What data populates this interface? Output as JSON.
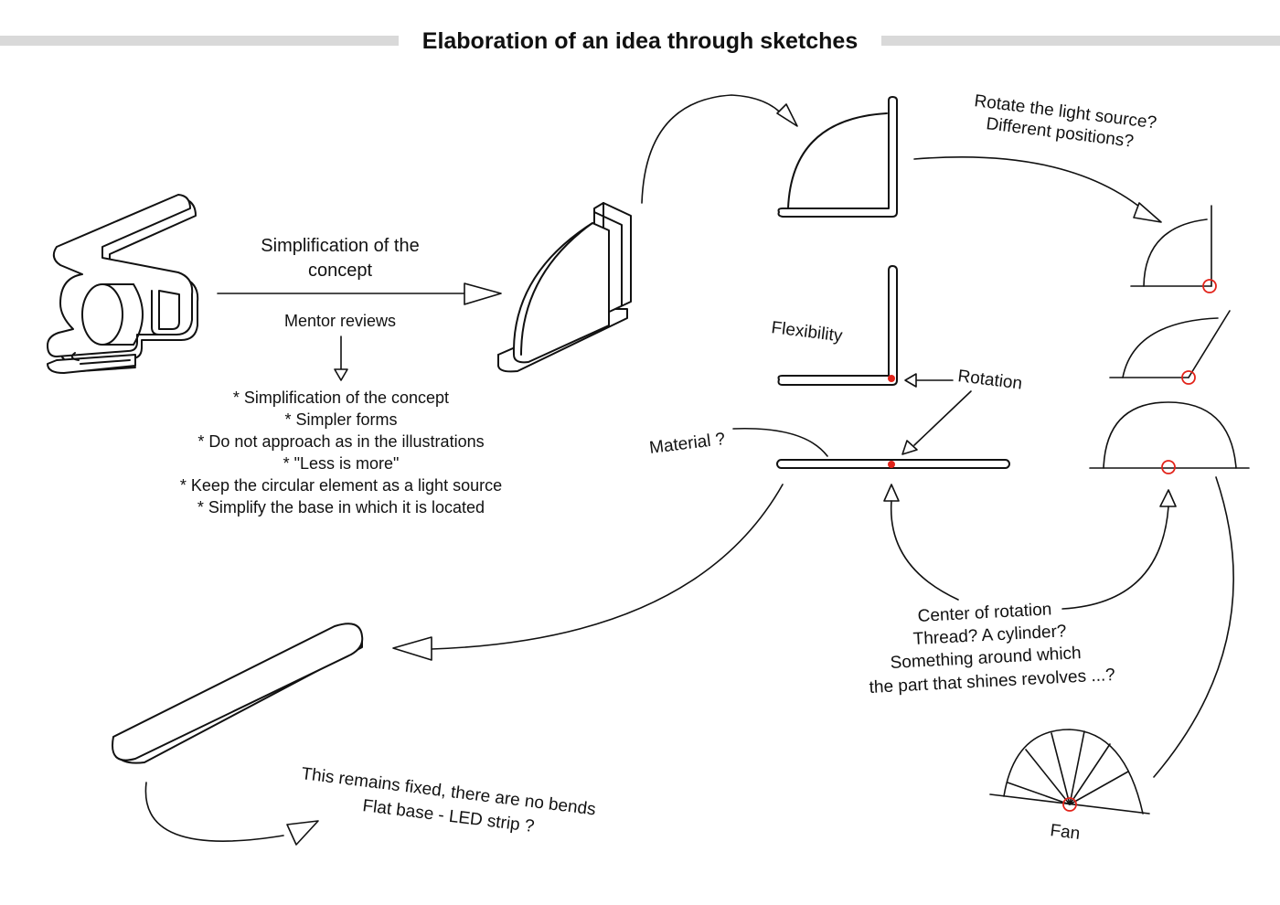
{
  "title": "Elaboration of an idea through sketches",
  "labels": {
    "simplification_line1": "Simplification of the",
    "simplification_line2": "concept",
    "mentor_reviews": "Mentor reviews",
    "review_items": [
      "* Simplification of the concept",
      "* Simpler forms",
      "* Do not approach as in the illustrations",
      "* \"Less is more\"",
      "* Keep the circular element as a light source",
      "* Simplify the base in which it is located"
    ],
    "rotate_line1": "Rotate the light source?",
    "rotate_line2": "Different positions?",
    "flexibility": "Flexibility",
    "rotation": "Rotation",
    "material": "Material ?",
    "center_lines": [
      "Center of rotation",
      "Thread? A cylinder?",
      "Something around which",
      "the part that shines revolves ...?"
    ],
    "fixed_line1": "This remains fixed, there are no bends",
    "fixed_line2": "Flat base - LED strip ?",
    "fan": "Fan"
  },
  "colors": {
    "line": "#111111",
    "title_bar": "#d9d9d9",
    "pivot_marker": "#e2231a",
    "background": "#ffffff"
  }
}
